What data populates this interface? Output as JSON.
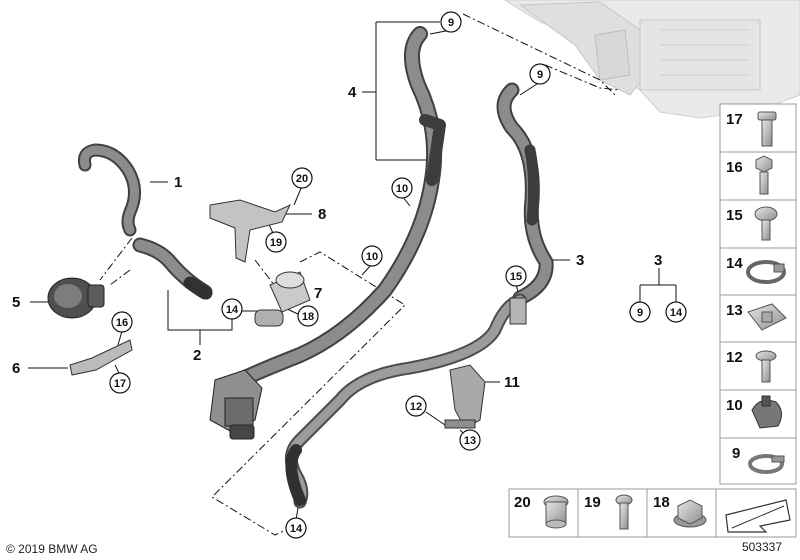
{
  "callouts": {
    "c1": "1",
    "c2": "2",
    "c3_hose": "3",
    "c3_set": "3",
    "c4": "4",
    "c5": "5",
    "c6": "6",
    "c7": "7",
    "c8": "8",
    "c11": "11",
    "p9_top": "9",
    "p9_mid": "9",
    "p9_set": "9",
    "p10_a": "10",
    "p10_b": "10",
    "p12": "12",
    "p13": "13",
    "p14_a": "14",
    "p14_b": "14",
    "p14_set": "14",
    "p15": "15",
    "p16": "16",
    "p17": "17",
    "p18": "18",
    "p19": "19",
    "p20": "20"
  },
  "parts_panel": {
    "side": [
      "17",
      "16",
      "15",
      "14",
      "13",
      "12",
      "10",
      "9"
    ],
    "bottom": [
      "20",
      "19",
      "18"
    ]
  },
  "footer": {
    "copyright": "© 2019 BMW AG",
    "doc_number": "503337"
  },
  "colors": {
    "hose": "#7e8082",
    "hose_dark": "#555759",
    "line": "#111111",
    "panel_border": "#9a9a9a"
  }
}
